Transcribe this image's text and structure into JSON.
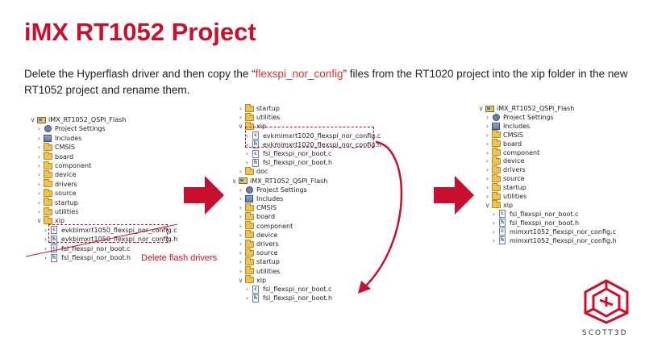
{
  "title": "iMX RT1052 Project",
  "description": {
    "before": "Delete the Hyperflash driver and then copy the “",
    "highlight": "flexspi_nor_config",
    "after": "” files from the RT1020 project into the xip folder in the new RT1052 project and rename them."
  },
  "tree_left": {
    "items": [
      {
        "label": "iMX_RT1052_QSPI_Flash",
        "icon": "project-icon",
        "chev": "∨",
        "indent": 0
      },
      {
        "label": "Project Settings",
        "icon": "gear-icon",
        "chev": "›",
        "indent": 1
      },
      {
        "label": "Includes",
        "icon": "includes-icon",
        "chev": "›",
        "indent": 1
      },
      {
        "label": "CMSIS",
        "icon": "folder-icon",
        "chev": "›",
        "indent": 1
      },
      {
        "label": "board",
        "icon": "folder-icon",
        "chev": "›",
        "indent": 1
      },
      {
        "label": "component",
        "icon": "folder-icon",
        "chev": "›",
        "indent": 1
      },
      {
        "label": "device",
        "icon": "folder-icon",
        "chev": "›",
        "indent": 1
      },
      {
        "label": "drivers",
        "icon": "folder-icon",
        "chev": "›",
        "indent": 1
      },
      {
        "label": "source",
        "icon": "folder-icon",
        "chev": "›",
        "indent": 1
      },
      {
        "label": "startup",
        "icon": "folder-icon",
        "chev": "›",
        "indent": 1
      },
      {
        "label": "utilities",
        "icon": "folder-icon",
        "chev": "›",
        "indent": 1
      },
      {
        "label": "xip",
        "icon": "folder-icon",
        "chev": "∨",
        "indent": 1
      },
      {
        "label": "evkbimxrt1050_flexspi_nor_config.c",
        "icon": "c-file-icon",
        "chev": "›",
        "indent": 2
      },
      {
        "label": "evkbimxrt1050_flexspi_nor_config.h",
        "icon": "h-file-icon",
        "chev": "›",
        "indent": 2
      },
      {
        "label": "fsl_flexspi_nor_boot.c",
        "icon": "c-file-icon",
        "chev": "›",
        "indent": 2
      },
      {
        "label": "fsl_flexspi_nor_boot.h",
        "icon": "h-file-icon",
        "chev": "›",
        "indent": 2
      }
    ]
  },
  "tree_middle": {
    "items": [
      {
        "label": "startup",
        "icon": "folder-icon",
        "chev": "›",
        "indent": 1
      },
      {
        "label": "utilities",
        "icon": "folder-icon",
        "chev": "›",
        "indent": 1
      },
      {
        "label": "xip",
        "icon": "folder-icon",
        "chev": "∨",
        "indent": 1
      },
      {
        "label": "evkmimxrt1020_flexspi_nor_config.c",
        "icon": "c-file-icon",
        "chev": "›",
        "indent": 2
      },
      {
        "label": "evkmimxrt1020_flexspi_nor_config.h",
        "icon": "h-file-icon",
        "chev": "›",
        "indent": 2
      },
      {
        "label": "fsl_flexspi_nor_boot.c",
        "icon": "c-file-icon",
        "chev": "›",
        "indent": 2
      },
      {
        "label": "fsl_flexspi_nor_boot.h",
        "icon": "h-file-icon",
        "chev": "›",
        "indent": 2
      },
      {
        "label": "doc",
        "icon": "folder-icon",
        "chev": "›",
        "indent": 1
      },
      {
        "label": "iMX_RT1052_QSPI_Flash",
        "icon": "project-icon",
        "chev": "∨",
        "indent": 0
      },
      {
        "label": "Project Settings",
        "icon": "gear-icon",
        "chev": "›",
        "indent": 1
      },
      {
        "label": "Includes",
        "icon": "includes-icon",
        "chev": "›",
        "indent": 1
      },
      {
        "label": "CMSIS",
        "icon": "folder-icon",
        "chev": "›",
        "indent": 1
      },
      {
        "label": "board",
        "icon": "folder-icon",
        "chev": "›",
        "indent": 1
      },
      {
        "label": "component",
        "icon": "folder-icon",
        "chev": "›",
        "indent": 1
      },
      {
        "label": "device",
        "icon": "folder-icon",
        "chev": "›",
        "indent": 1
      },
      {
        "label": "drivers",
        "icon": "folder-icon",
        "chev": "›",
        "indent": 1
      },
      {
        "label": "source",
        "icon": "folder-icon",
        "chev": "›",
        "indent": 1
      },
      {
        "label": "startup",
        "icon": "folder-icon",
        "chev": "›",
        "indent": 1
      },
      {
        "label": "utilities",
        "icon": "folder-icon",
        "chev": "›",
        "indent": 1
      },
      {
        "label": "xip",
        "icon": "folder-icon",
        "chev": "∨",
        "indent": 1
      },
      {
        "label": "fsl_flexspi_nor_boot.c",
        "icon": "c-file-icon",
        "chev": "›",
        "indent": 2
      },
      {
        "label": "fsl_flexspi_nor_boot.h",
        "icon": "h-file-icon",
        "chev": "›",
        "indent": 2
      }
    ]
  },
  "tree_right": {
    "items": [
      {
        "label": "iMX_RT1052_QSPI_Flash",
        "icon": "project-icon",
        "chev": "∨",
        "indent": 0
      },
      {
        "label": "Project Settings",
        "icon": "gear-icon",
        "chev": "›",
        "indent": 1
      },
      {
        "label": "Includes",
        "icon": "includes-icon",
        "chev": "›",
        "indent": 1
      },
      {
        "label": "CMSIS",
        "icon": "folder-icon",
        "chev": "›",
        "indent": 1
      },
      {
        "label": "board",
        "icon": "folder-icon",
        "chev": "›",
        "indent": 1
      },
      {
        "label": "component",
        "icon": "folder-icon",
        "chev": "›",
        "indent": 1
      },
      {
        "label": "device",
        "icon": "folder-icon",
        "chev": "›",
        "indent": 1
      },
      {
        "label": "drivers",
        "icon": "folder-icon",
        "chev": "›",
        "indent": 1
      },
      {
        "label": "source",
        "icon": "folder-icon",
        "chev": "›",
        "indent": 1
      },
      {
        "label": "startup",
        "icon": "folder-icon",
        "chev": "›",
        "indent": 1
      },
      {
        "label": "utilities",
        "icon": "folder-icon",
        "chev": "›",
        "indent": 1
      },
      {
        "label": "xip",
        "icon": "folder-icon",
        "chev": "∨",
        "indent": 1
      },
      {
        "label": "fsl_flexspi_nor_boot.c",
        "icon": "c-file-icon",
        "chev": "›",
        "indent": 2
      },
      {
        "label": "fsl_flexspi_nor_boot.h",
        "icon": "h-file-icon",
        "chev": "›",
        "indent": 2
      },
      {
        "label": "mimxrt1052_flexspi_nor_config.c",
        "icon": "c-file-icon",
        "chev": "›",
        "indent": 2
      },
      {
        "label": "mimxrt1052_flexspi_nor_config.h",
        "icon": "h-file-icon",
        "chev": "›",
        "indent": 2
      }
    ]
  },
  "annotations": {
    "delete_note": "Delete flash drivers"
  },
  "logo": {
    "text": "SCOTT3D"
  },
  "colors": {
    "accent": "#c8102e",
    "highlight": "#d9342b"
  }
}
